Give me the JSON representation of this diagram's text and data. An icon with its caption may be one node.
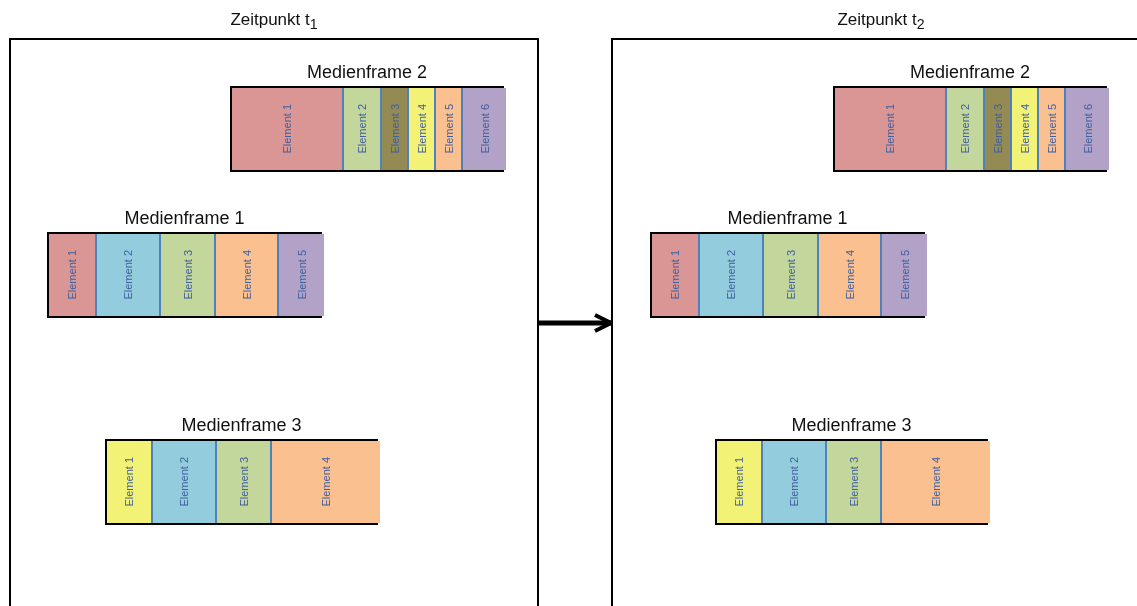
{
  "diagram": {
    "nodes": [
      {
        "text": [
          "Zeitpunkt t$_{1}$"
        ]
      },
      {
        "text": [
          "Medienframe 2"
        ],
        "in": 0
      },
      {
        "text": [
          "Element 1"
        ],
        "in": 1
      },
      {
        "text": [
          "Element 2"
        ],
        "in": 1
      },
      {
        "text": [
          "Element 3"
        ],
        "in": 1
      },
      {
        "text": [
          "Element 4"
        ],
        "in": 1
      },
      {
        "text": [
          "Element 5"
        ],
        "in": 1
      },
      {
        "text": [
          "Element 6"
        ],
        "in": 1
      },
      {
        "text": [
          "Medienframe 1"
        ],
        "in": 0
      },
      {
        "text": [
          "Element 1"
        ],
        "in": 8
      },
      {
        "text": [
          "Element 2"
        ],
        "in": 8
      },
      {
        "text": [
          "Element 3"
        ],
        "in": 8
      },
      {
        "text": [
          "Element 4"
        ],
        "in": 8
      },
      {
        "text": [
          "Element 5"
        ],
        "in": 8
      },
      {
        "text": [
          "Medienframe 3"
        ],
        "in": 0
      },
      {
        "text": [
          "Element 1"
        ],
        "in": 14
      },
      {
        "text": [
          "Element 2"
        ],
        "in": 14
      },
      {
        "text": [
          "Element 3"
        ],
        "in": 14
      },
      {
        "text": [
          "Element 4"
        ],
        "in": 14
      },
      {
        "text": [
          "Zeitpunkt t$_{2}$"
        ]
      },
      {
        "text": [
          "Medienframe 2"
        ],
        "in": 19
      },
      {
        "text": [
          "Element 1"
        ],
        "in": 20
      },
      {
        "text": [
          "Element 2"
        ],
        "in": 20
      },
      {
        "text": [
          "Element 3"
        ],
        "in": 20
      },
      {
        "text": [
          "Element 4"
        ],
        "in": 20
      },
      {
        "text": [
          "Element 5"
        ],
        "in": 20
      },
      {
        "text": [
          "Element 6"
        ],
        "in": 20
      },
      {
        "text": [
          "Medienframe 1"
        ],
        "in": 19
      },
      {
        "text": [
          "Element 1"
        ],
        "in": 27
      },
      {
        "text": [
          "Element 2"
        ],
        "in": 27
      },
      {
        "text": [
          "Element 3"
        ],
        "in": 27
      },
      {
        "text": [
          "Element 4"
        ],
        "in": 27
      },
      {
        "text": [
          "Element 5"
        ],
        "in": 27
      },
      {
        "text": [
          "Medienframe 3"
        ],
        "in": 19
      },
      {
        "text": [
          "Element 1"
        ],
        "in": 33
      },
      {
        "text": [
          "Element 2"
        ],
        "in": 33
      },
      {
        "text": [
          "Element 3"
        ],
        "in": 33
      },
      {
        "text": [
          "Element 4"
        ],
        "in": 33
      }
    ],
    "edges": [
      {
        "from": 0,
        "to": 19,
        "arrow": "to"
      }
    ]
  }
}
